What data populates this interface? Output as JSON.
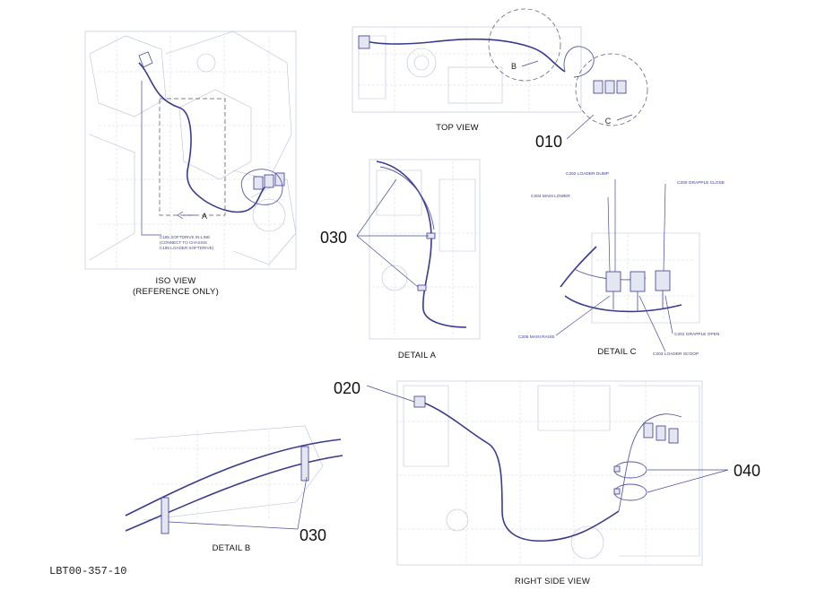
{
  "drawing_number": "LBT00-357-10",
  "views": {
    "iso": {
      "title_line1": "ISO VIEW",
      "title_line2": "(REFERENCE ONLY)",
      "section_letter": "A",
      "note_lines": [
        "C185 SOFTDRIVE IN-LINE",
        "(CONNECT TO CHASSIS",
        "C185 LOADER SOFTDRIVE)"
      ]
    },
    "top": {
      "title": "TOP VIEW",
      "section_b": "B",
      "section_c": "C"
    },
    "detail_a": {
      "title": "DETAIL  A"
    },
    "detail_b": {
      "title": "DETAIL  B"
    },
    "detail_c": {
      "title": "DETAIL  C",
      "connectors": {
        "loader_dump": "C202 LOADER DUMP",
        "main_lower": "C204 MAIN LOWER",
        "grapple_close": "C200 GRAPPLE CLOSE",
        "main_raise": "C205 MAIN RAISE",
        "grapple_open": "C201 GRAPPLE OPEN",
        "loader_scoop": "C203 LOADER SCOOP"
      }
    },
    "right_side": {
      "title": "RIGHT SIDE VIEW"
    }
  },
  "callouts": {
    "c010": "010",
    "c020": "020",
    "c030_detail_a": "030",
    "c030_detail_b": "030",
    "c040": "040"
  },
  "colors": {
    "harness": "#3a3a8f",
    "background_lines": "#b9bfd8",
    "text": "#111111"
  }
}
